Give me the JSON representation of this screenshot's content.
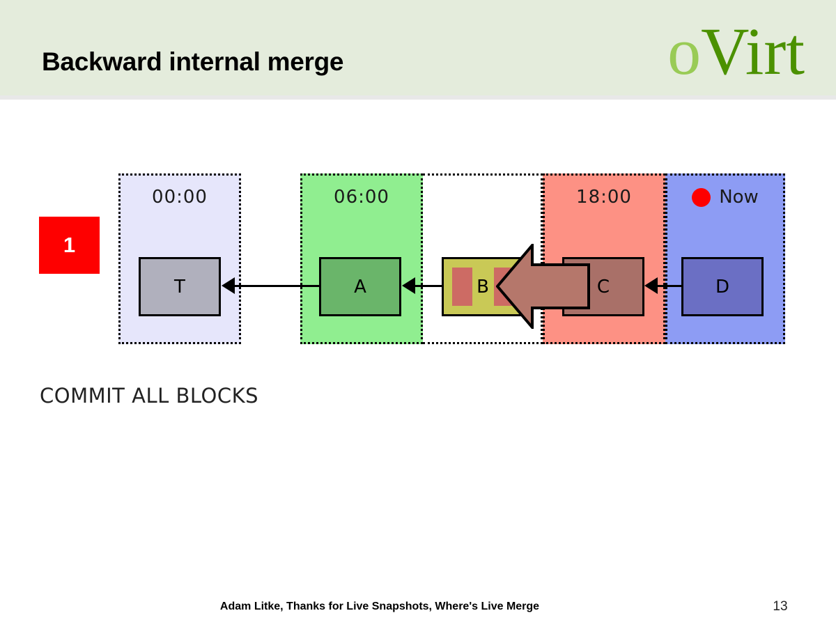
{
  "header": {
    "title": "Backward internal merge",
    "logo": {
      "part_light": "o",
      "part_dark": "Virt",
      "color_light": "#8cc63f",
      "color_dark": "#4b9100"
    },
    "band_color": "#e4ecdc"
  },
  "diagram": {
    "step_badge": {
      "label": "1",
      "bg_color": "#fe0000",
      "text_color": "#ffffff"
    },
    "caption": "COMMIT ALL BLOCKS",
    "panels": [
      {
        "id": "t0000",
        "time_label": "00:00",
        "bg_color": "#e6e6fb"
      },
      {
        "id": "t0600",
        "time_label": "06:00",
        "bg_color": "#90ee90"
      },
      {
        "id": "t1200",
        "time_label": "",
        "bg_color": "#ffffff"
      },
      {
        "id": "t1800",
        "time_label": "18:00",
        "bg_color": "#fd9184"
      },
      {
        "id": "now",
        "time_label": "Now",
        "bg_color": "#8d9cf4",
        "marker_color": "#fe0000"
      }
    ],
    "blocks": [
      {
        "id": "T",
        "label": "T",
        "bg_color": "#b0b0bd"
      },
      {
        "id": "A",
        "label": "A",
        "bg_color": "#6ab56a"
      },
      {
        "id": "B",
        "label": "B",
        "bg_color": "#c9c956",
        "extent_color": "#cd6b64"
      },
      {
        "id": "C",
        "label": "C",
        "bg_color": "#a97068"
      },
      {
        "id": "D",
        "label": "D",
        "bg_color": "#6b6fc4"
      }
    ],
    "commit_arrow": {
      "from": "C",
      "to": "B",
      "fill_color": "#b5776b",
      "stroke_color": "#000000"
    }
  },
  "footer": {
    "note": "Adam Litke, Thanks for Live Snapshots, Where's Live Merge",
    "page_number": "13"
  }
}
